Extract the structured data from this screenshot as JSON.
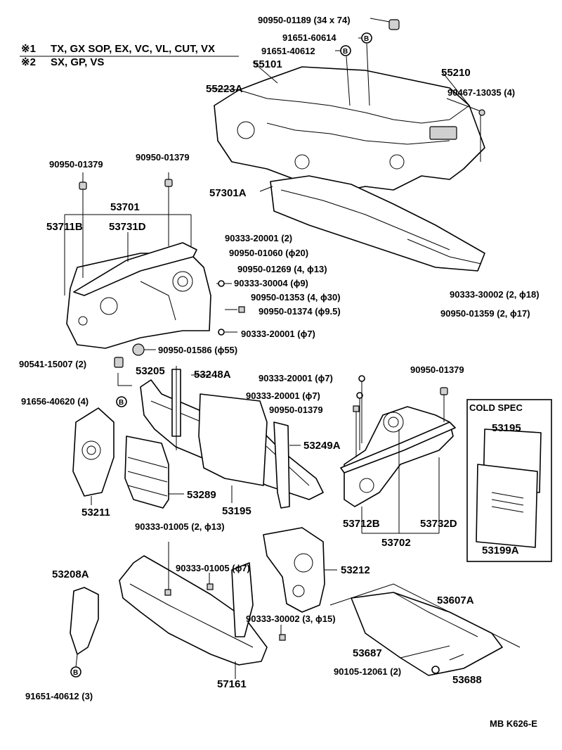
{
  "legend": {
    "row1_mark": "※1",
    "row1_text": "TX, GX SOP, EX, VC, VL, CUT, VX",
    "row2_mark": "※2",
    "row2_text": "SX, GP, VS"
  },
  "callouts": [
    "90950-01189 (34 x 74)",
    "91651-60614",
    "91651-40612",
    "55101",
    "55210",
    "90467-13035 (4)",
    "55223A",
    "57301A",
    "90950-01379",
    "90950-01379",
    "53701",
    "53711B",
    "53731D",
    "90333-20001 (2)",
    "90950-01060 (ϕ20)",
    "90950-01269 (4, ϕ13)",
    "90333-30004 (ϕ9)",
    "90950-01353 (4, ϕ30)",
    "90950-01374 (ϕ9.5)",
    "90333-30002 (2, ϕ18)",
    "90950-01359 (2, ϕ17)",
    "90333-20001 (ϕ7)",
    "90950-01586 (ϕ55)",
    "90541-15007 (2)",
    "53205",
    "53248A",
    "90333-20001 (ϕ7)",
    "90333-20001 (ϕ7)",
    "90950-01379",
    "90950-01379",
    "91656-40620 (4)",
    "53249A",
    "53289",
    "53211",
    "53195",
    "53712B",
    "53732D",
    "53702",
    "90333-01005 (2, ϕ13)",
    "90333-01005 (ϕ7)",
    "53212",
    "53208A",
    "90333-30002 (3, ϕ15)",
    "53607A",
    "53687",
    "90105-12061 (2)",
    "53688",
    "57161",
    "91651-40612 (3)"
  ],
  "cold_spec": {
    "title": "COLD SPEC",
    "part_top": "53195",
    "part_bottom": "53199A"
  },
  "bolt_marker": "B",
  "doc_code": "MB K626-E"
}
